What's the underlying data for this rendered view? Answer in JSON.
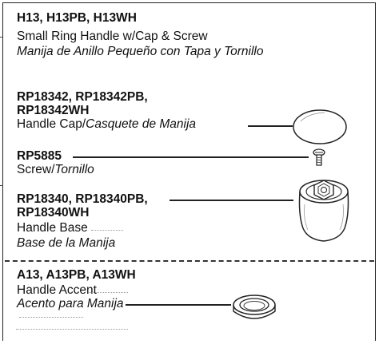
{
  "sections": [
    {
      "part_numbers": "H13, H13PB, H13WH",
      "name_en": "Small Ring Handle w/Cap & Screw",
      "name_es": "Manija de Anillo Pequeño con Tapa y Tornillo"
    },
    {
      "part_numbers_line1": "RP18342, RP18342PB,",
      "part_numbers_line2": "RP18342WH",
      "name_en": "Handle Cap/",
      "name_es": "Casquete de Manija"
    },
    {
      "part_numbers": "RP5885",
      "name_en": "Screw/",
      "name_es": "Tornillo"
    },
    {
      "part_numbers_line1": "RP18340, RP18340PB,",
      "part_numbers_line2": "RP18340WH",
      "name_en": "Handle Base",
      "name_es": "Base de la Manija"
    },
    {
      "part_numbers": "A13, A13PB, A13WH",
      "name_en": "Handle Accent",
      "name_es": "Acento para Manija"
    }
  ],
  "icons": [
    "handle-cap-icon",
    "screw-icon",
    "handle-base-icon",
    "handle-accent-ring-icon"
  ]
}
